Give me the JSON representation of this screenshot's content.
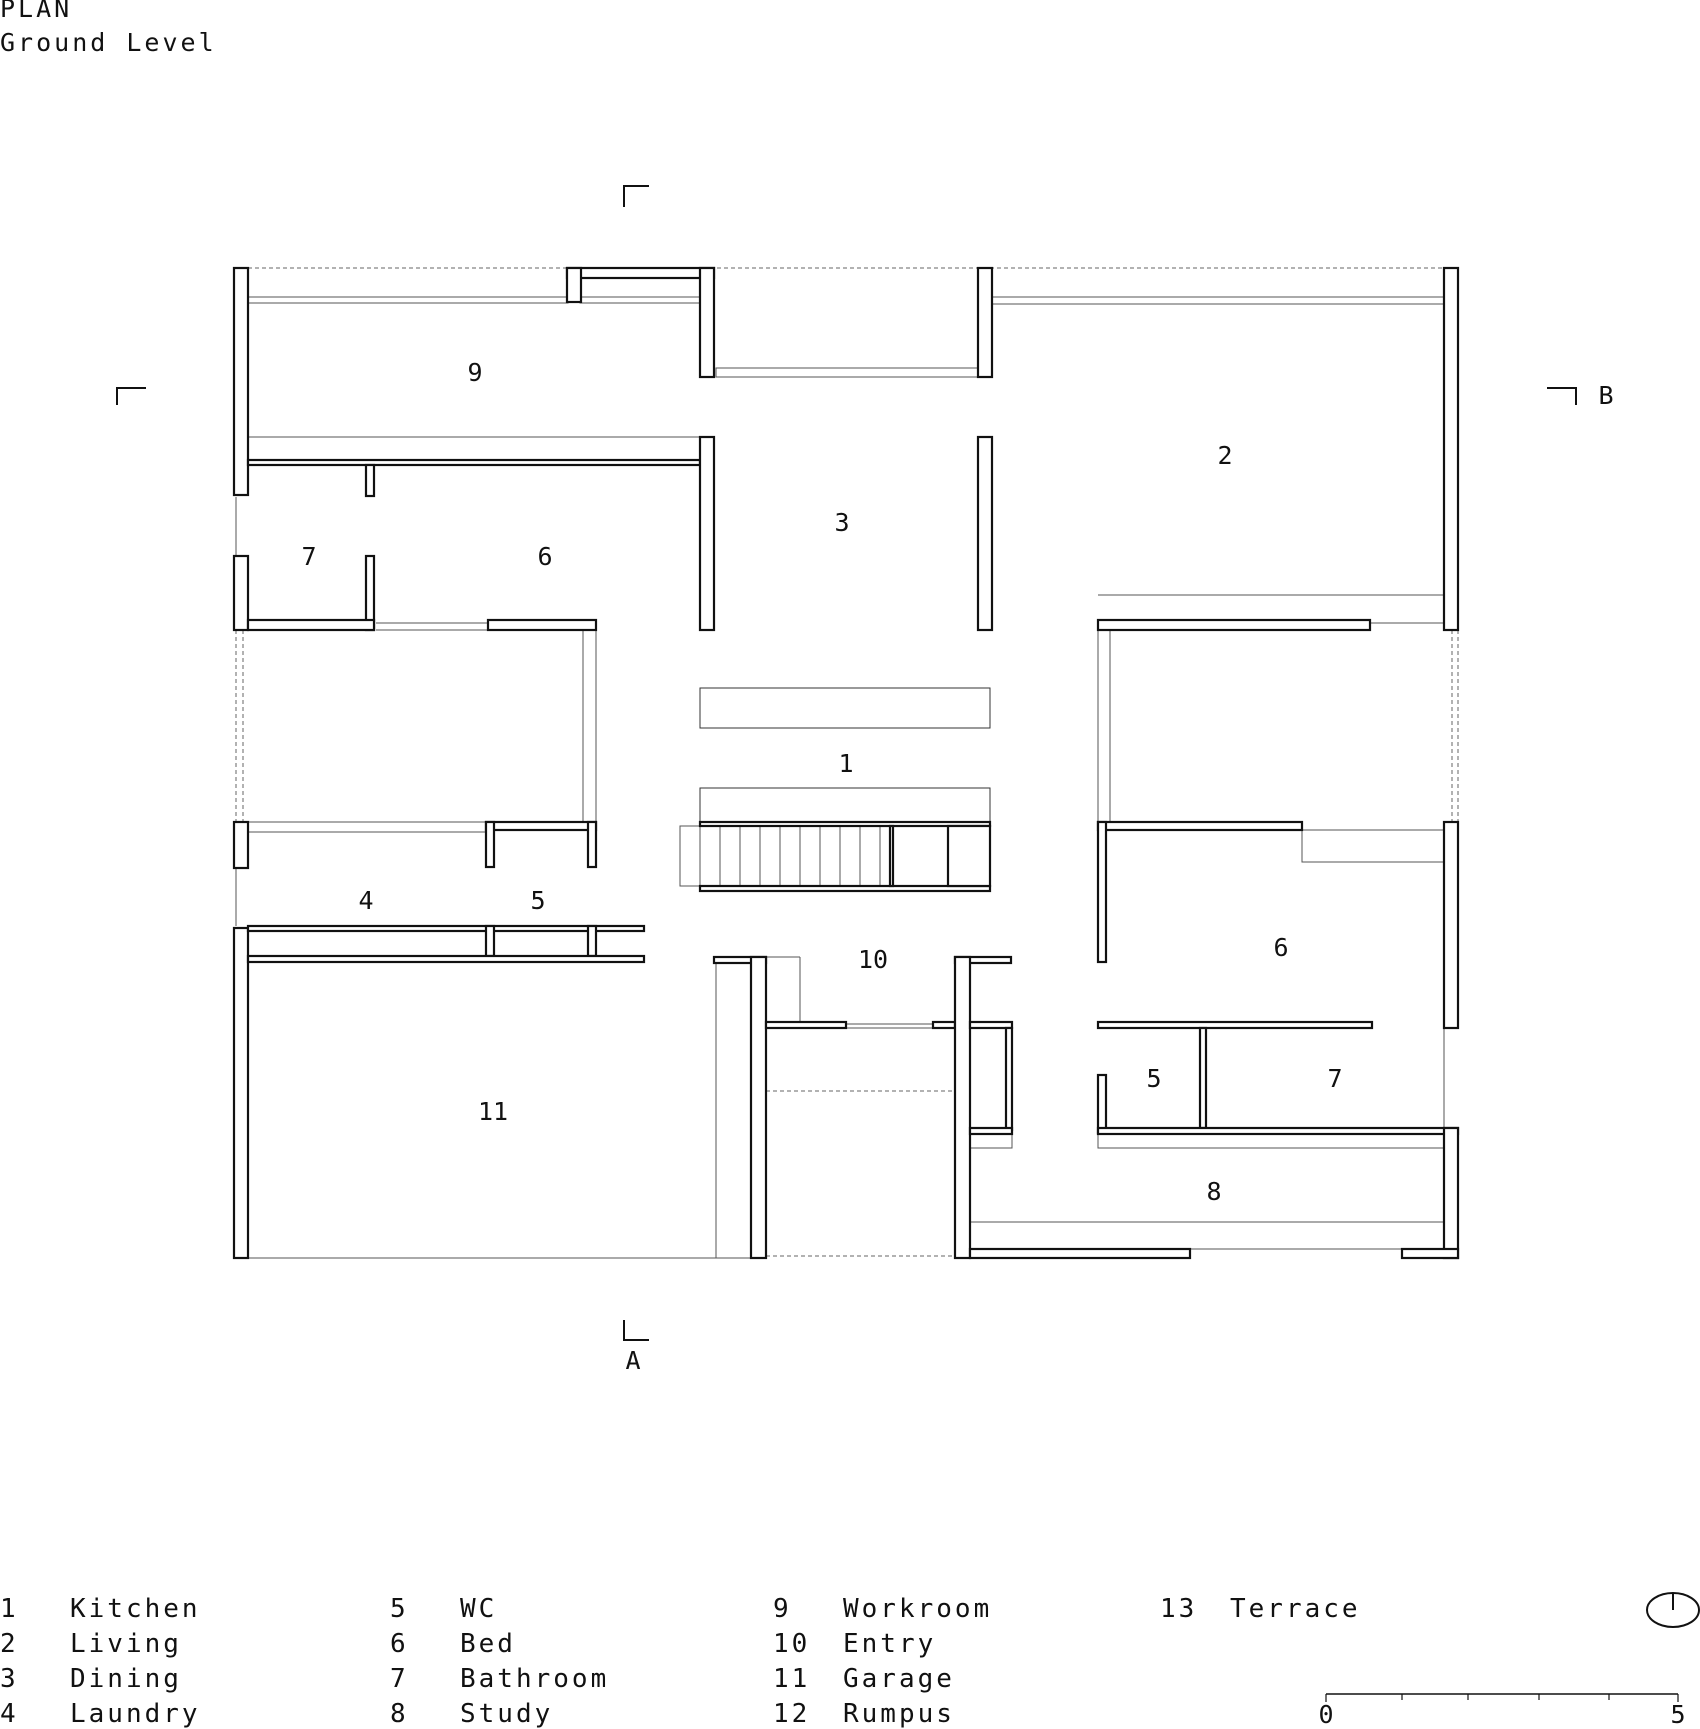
{
  "header": {
    "title": "PLAN",
    "subtitle": "Ground Level"
  },
  "section_markers": {
    "a": "A",
    "b": "B"
  },
  "room_labels": {
    "kitchen": "1",
    "living": "2",
    "dining": "3",
    "laundry": "4",
    "wc_west": "5",
    "wc_east": "5",
    "bed_west": "6",
    "bed_east": "6",
    "bath_west": "7",
    "bath_east": "7",
    "study": "8",
    "workroom": "9",
    "entry": "10",
    "garage": "11"
  },
  "legend": [
    {
      "num": "1",
      "name": "Kitchen"
    },
    {
      "num": "2",
      "name": "Living"
    },
    {
      "num": "3",
      "name": "Dining"
    },
    {
      "num": "4",
      "name": "Laundry"
    },
    {
      "num": "5",
      "name": "WC"
    },
    {
      "num": "6",
      "name": "Bed"
    },
    {
      "num": "7",
      "name": "Bathroom"
    },
    {
      "num": "8",
      "name": "Study"
    },
    {
      "num": "9",
      "name": "Workroom"
    },
    {
      "num": "10",
      "name": "Entry"
    },
    {
      "num": "11",
      "name": "Garage"
    },
    {
      "num": "12",
      "name": "Rumpus"
    },
    {
      "num": "13",
      "name": "Terrace"
    }
  ],
  "scale_bar": {
    "start": "0",
    "end": "5"
  },
  "north_icon": "north-arrow-icon"
}
